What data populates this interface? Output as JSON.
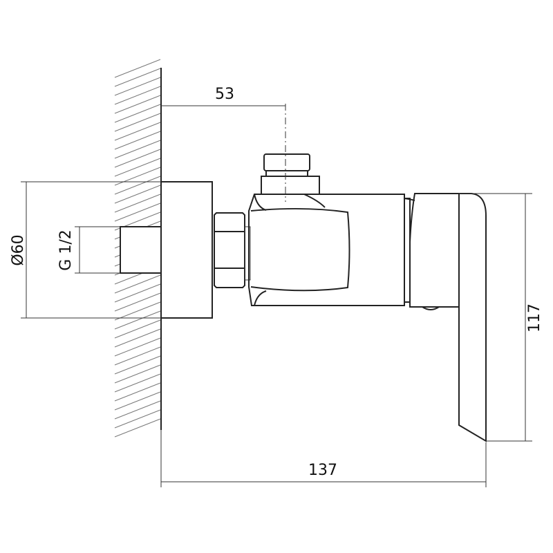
{
  "drawing": {
    "title": "Wall-mounted valve mixer side view",
    "dimensions": {
      "spout_offset": "53",
      "flange_diameter": "Ø60",
      "thread": "G 1/2",
      "height": "117",
      "depth": "137"
    },
    "line_color": "#222222"
  }
}
